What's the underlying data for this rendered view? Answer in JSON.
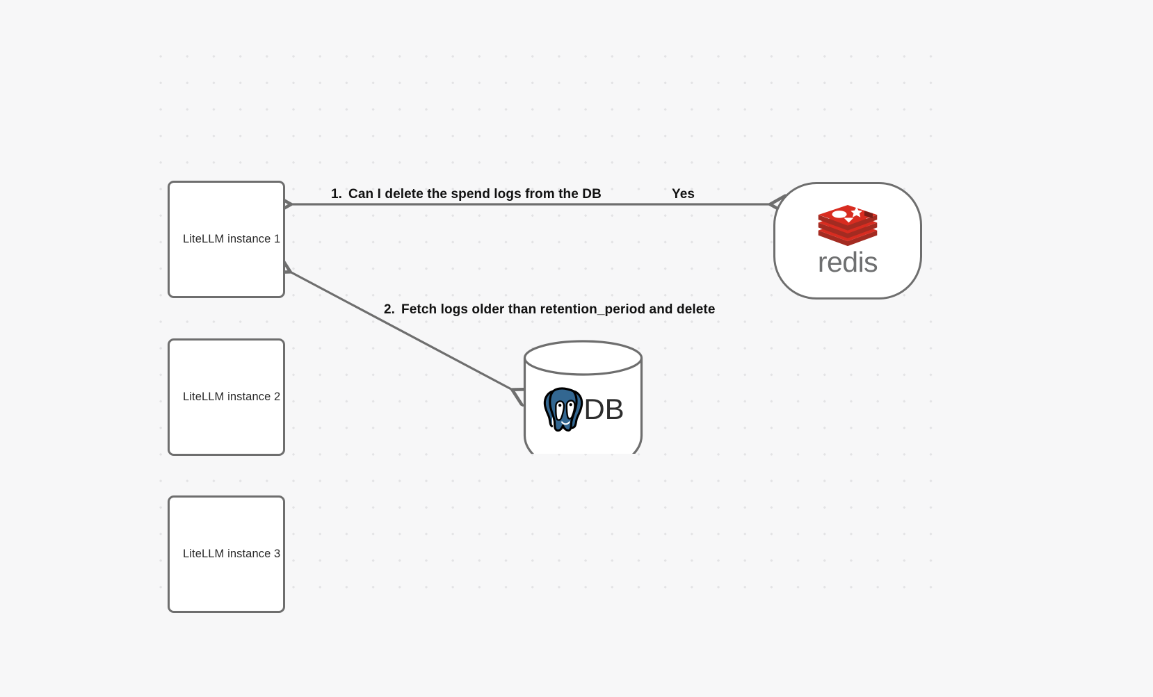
{
  "canvas": {
    "background_color": "#f7f7f8",
    "grid_dot_color": "#e3e3e5",
    "edge_color": "#6e6e6e",
    "node_border_color": "#6e6e6e",
    "node_fill_color": "#ffffff"
  },
  "nodes": {
    "litellm_instances": [
      {
        "id": "litellm-instance-1",
        "label": "LiteLLM instance 1"
      },
      {
        "id": "litellm-instance-2",
        "label": "LiteLLM instance 2"
      },
      {
        "id": "litellm-instance-3",
        "label": "LiteLLM instance 3"
      }
    ],
    "redis": {
      "id": "redis-node",
      "wordmark": "redis",
      "logo_name": "redis-stacked-cubes-logo",
      "logo_color": "#d82c20",
      "wordmark_color": "#6e6f70"
    },
    "database": {
      "id": "postgres-db-node",
      "label": "DB",
      "logo_name": "postgresql-elephant-logo",
      "logo_color": "#336791"
    }
  },
  "edges": [
    {
      "id": "edge-litellm1-redis",
      "from": "litellm-instance-1",
      "to": "redis-node",
      "direction": "bidirectional",
      "number": "1.",
      "label": "Can I delete the spend logs from the DB",
      "reply_label": "Yes"
    },
    {
      "id": "edge-litellm1-db",
      "from": "litellm-instance-1",
      "to": "postgres-db-node",
      "direction": "bidirectional",
      "number": "2.",
      "label": "Fetch logs older than retention_period and delete"
    }
  ]
}
